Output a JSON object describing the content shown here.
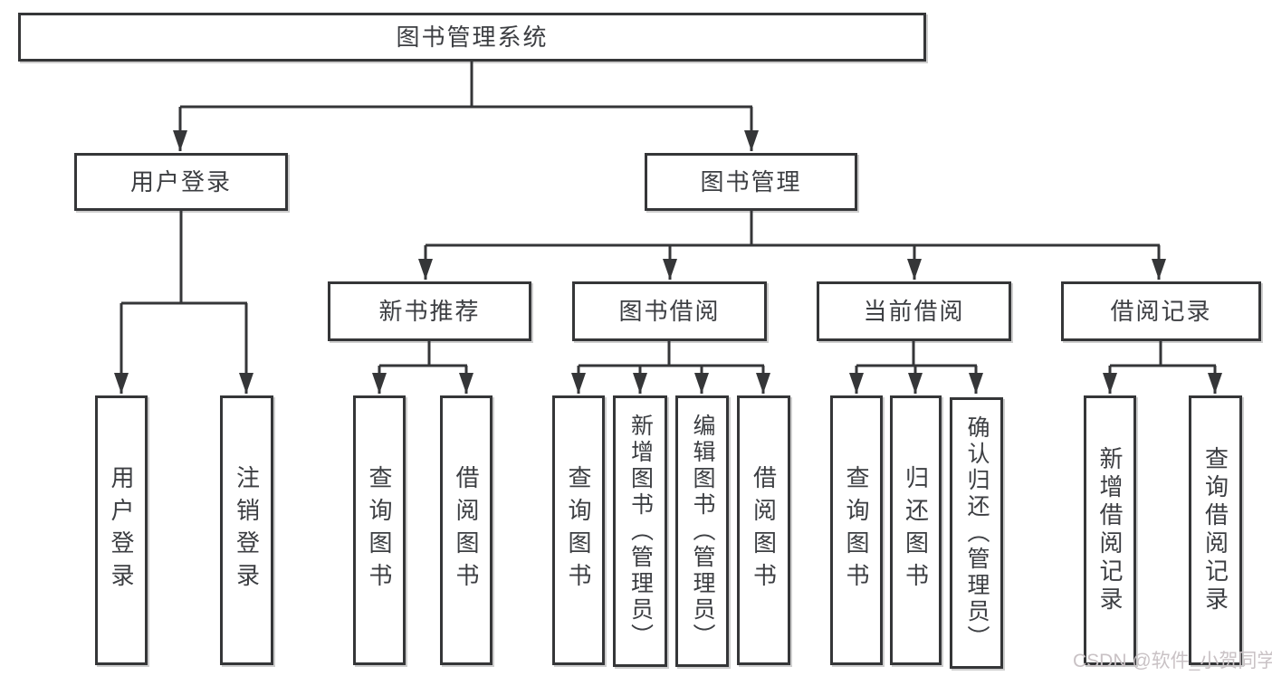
{
  "diagram": {
    "root": {
      "label": "图书管理系统"
    },
    "branches": [
      {
        "label": "用户登录",
        "leaves": [
          {
            "label": "用户登录"
          },
          {
            "label": "注销登录"
          }
        ]
      },
      {
        "label": "图书管理",
        "groups": [
          {
            "label": "新书推荐",
            "leaves": [
              {
                "label": "查询图书"
              },
              {
                "label": "借阅图书"
              }
            ]
          },
          {
            "label": "图书借阅",
            "leaves": [
              {
                "label": "查询图书"
              },
              {
                "label": "新增图书（管理员）"
              },
              {
                "label": "编辑图书（管理员）"
              },
              {
                "label": "借阅图书"
              }
            ]
          },
          {
            "label": "当前借阅",
            "leaves": [
              {
                "label": "查询图书"
              },
              {
                "label": "归还图书"
              },
              {
                "label": "确认归还（管理员）"
              }
            ]
          },
          {
            "label": "借阅记录",
            "leaves": [
              {
                "label": "新增借阅记录"
              },
              {
                "label": "查询借阅记录"
              }
            ]
          }
        ]
      }
    ],
    "watermark": "CSDN @软件_小贺同学"
  },
  "colors": {
    "line": "#353638",
    "text": "#3c3e42",
    "watermark": "#c9c2c5"
  }
}
